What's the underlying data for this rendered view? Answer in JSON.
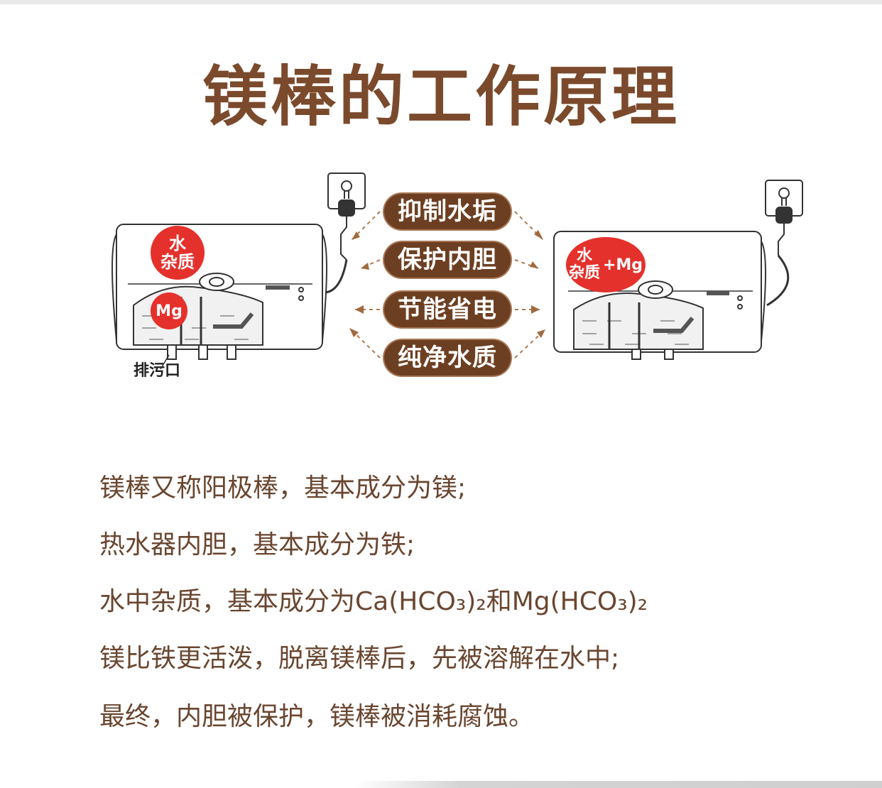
{
  "title": "镁棒的工作原理",
  "diagram": {
    "benefits": [
      "抑制水垢",
      "保护内胆",
      "节能省电",
      "纯净水质"
    ],
    "left_heater": {
      "bubble_top": [
        "水",
        "杂质"
      ],
      "bubble_bottom": "Mg",
      "drain_label": "排污口"
    },
    "right_heater": {
      "bubble_lines": [
        "水",
        "杂质"
      ],
      "bubble_plus": "+Mg"
    },
    "colors": {
      "brown": "#6d3f22",
      "title_brown": "#7b4a2c",
      "red": "#e4312c",
      "text_brown": "#6a4630"
    }
  },
  "lines": [
    "镁棒又称阳极棒，基本成分为镁;",
    "热水器内胆，基本成分为铁;",
    "水中杂质，基本成分为Ca(HCO₃)₂和Mg(HCO₃)₂",
    "镁比铁更活泼，脱离镁棒后，先被溶解在水中;",
    "最终，内胆被保护，镁棒被消耗腐蚀。"
  ]
}
